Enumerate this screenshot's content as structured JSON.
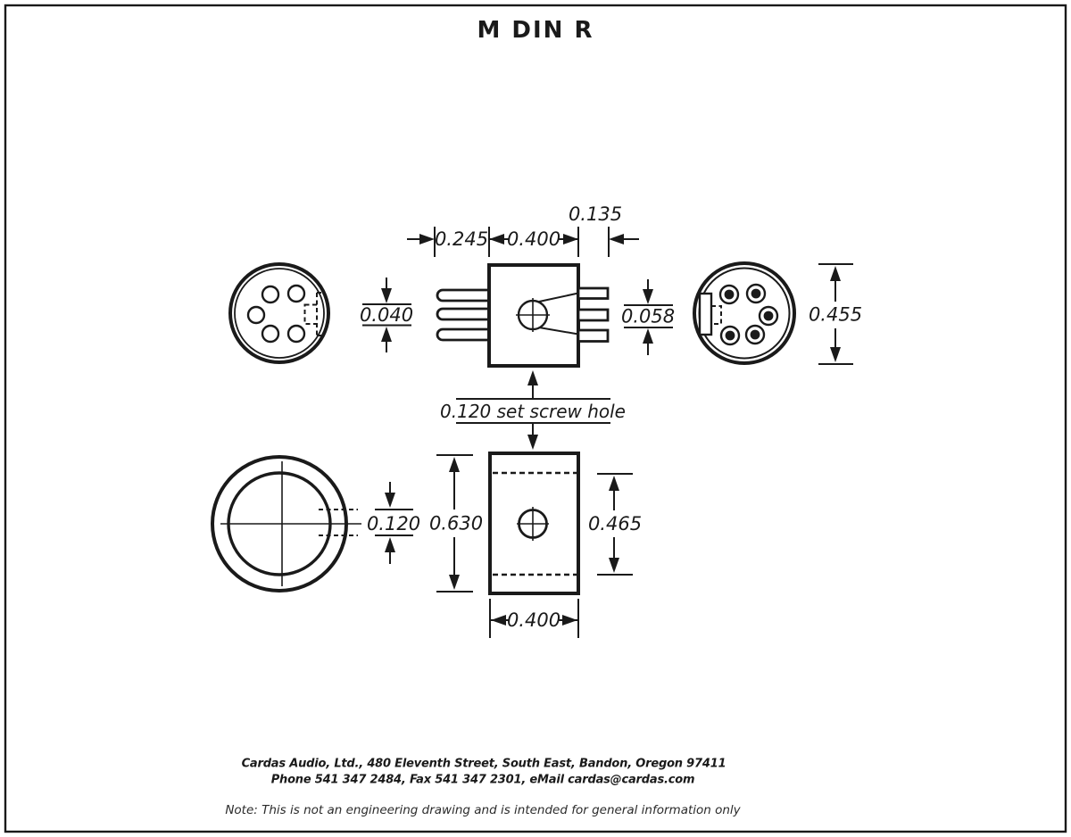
{
  "title": "M DIN R",
  "dimensions": {
    "pin_exposed_length": "0.245",
    "body_width": "0.400",
    "tab_length": "0.135",
    "pin_thickness": "0.040",
    "tab_thickness": "0.058",
    "shell_diameter": "0.455",
    "set_screw_note": "0.120 set screw hole",
    "set_screw_hole_diameter": "0.120",
    "body_height": "0.630",
    "hole_span": "0.465",
    "base_width": "0.400"
  },
  "footer": {
    "address": "Cardas Audio, Ltd., 480 Eleventh Street, South East, Bandon, Oregon 97411",
    "contact": "Phone 541 347 2484, Fax 541 347 2301, eMail cardas@cardas.com",
    "note": "Note:  This is not an engineering drawing and is intended for general information only"
  },
  "colors": {
    "ink": "#1a1a1a",
    "background": "#ffffff"
  }
}
